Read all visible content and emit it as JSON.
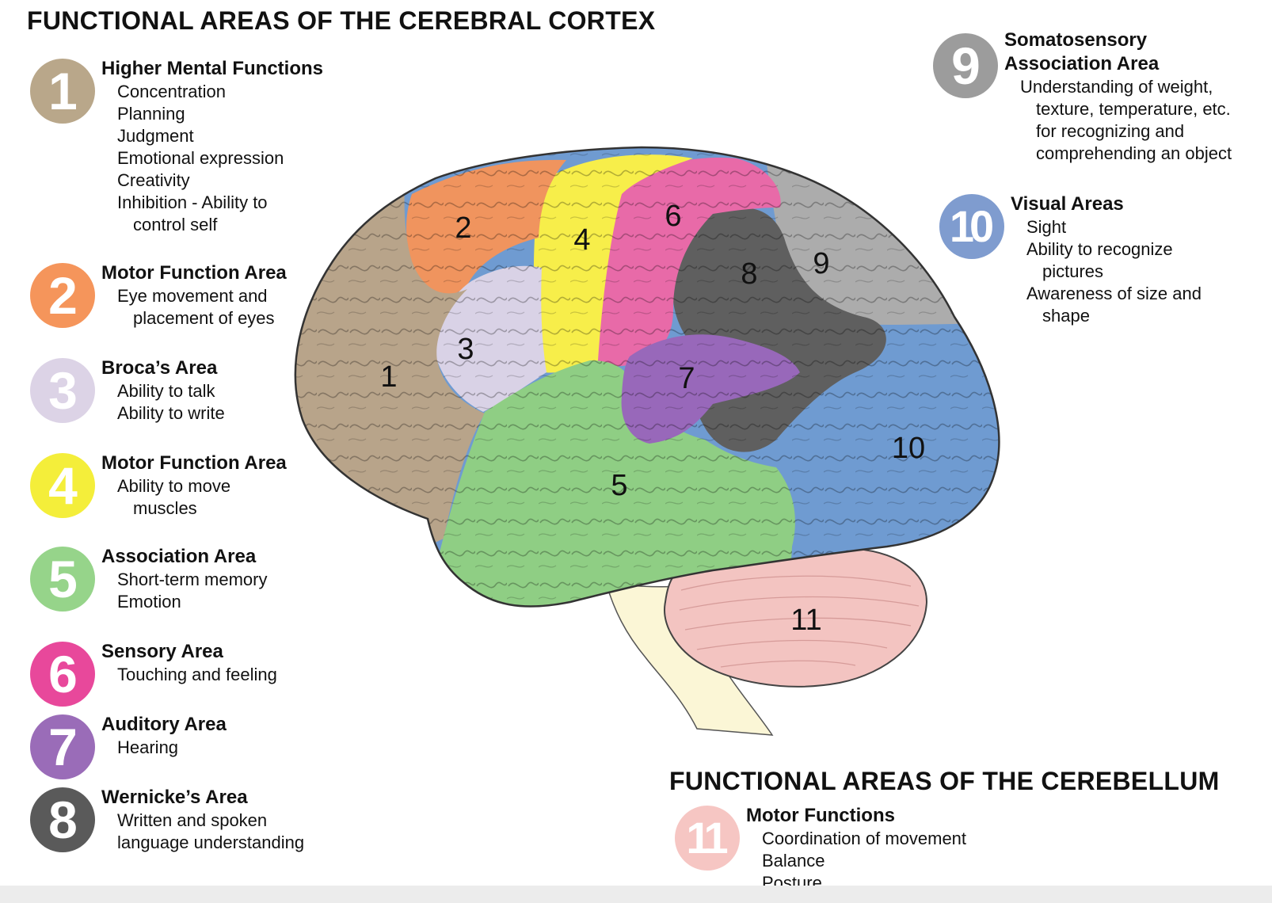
{
  "titles": {
    "cortex": "FUNCTIONAL AREAS OF THE CEREBRAL CORTEX",
    "cerebellum": "FUNCTIONAL AREAS OF THE CEREBELLUM"
  },
  "legend": [
    {
      "number": "1",
      "color": "#b9a78a",
      "heading": [
        "Higher Mental Functions"
      ],
      "lines": [
        {
          "text": "Concentration"
        },
        {
          "text": "Planning"
        },
        {
          "text": "Judgment"
        },
        {
          "text": "Emotional expression"
        },
        {
          "text": "Creativity"
        },
        {
          "text": "Inhibition - Ability to"
        },
        {
          "text": "control self",
          "cont": true
        }
      ]
    },
    {
      "number": "2",
      "color": "#f5955b",
      "heading": [
        "Motor Function Area"
      ],
      "lines": [
        {
          "text": "Eye movement and"
        },
        {
          "text": "placement of eyes",
          "cont": true
        }
      ]
    },
    {
      "number": "3",
      "color": "#dcd3e6",
      "heading": [
        "Broca’s Area"
      ],
      "lines": [
        {
          "text": "Ability to talk"
        },
        {
          "text": "Ability to write"
        }
      ]
    },
    {
      "number": "4",
      "color": "#f4ee3a",
      "heading": [
        "Motor Function Area"
      ],
      "lines": [
        {
          "text": "Ability to move"
        },
        {
          "text": "muscles",
          "cont": true
        }
      ]
    },
    {
      "number": "5",
      "color": "#96d48a",
      "heading": [
        "Association Area"
      ],
      "lines": [
        {
          "text": "Short-term memory"
        },
        {
          "text": "Emotion"
        }
      ]
    },
    {
      "number": "6",
      "color": "#e8489b",
      "heading": [
        "Sensory Area"
      ],
      "lines": [
        {
          "text": "Touching and feeling"
        }
      ]
    },
    {
      "number": "7",
      "color": "#9a6cb8",
      "heading": [
        "Auditory Area"
      ],
      "lines": [
        {
          "text": "Hearing"
        }
      ]
    },
    {
      "number": "8",
      "color": "#5a5a5a",
      "heading": [
        "Wernicke’s Area"
      ],
      "lines": [
        {
          "text": "Written and spoken"
        },
        {
          "text": "language understanding"
        }
      ]
    },
    {
      "number": "9",
      "color": "#9c9c9c",
      "heading": [
        "Somatosensory",
        "Association Area"
      ],
      "lines": [
        {
          "text": "Understanding of weight,"
        },
        {
          "text": "texture, temperature, etc.",
          "cont": true
        },
        {
          "text": "for recognizing and",
          "cont": true
        },
        {
          "text": "comprehending an object",
          "cont": true
        }
      ]
    },
    {
      "number": "10",
      "color": "#7f9ccf",
      "heading": [
        "Visual Areas"
      ],
      "lines": [
        {
          "text": "Sight"
        },
        {
          "text": "Ability to recognize"
        },
        {
          "text": "pictures",
          "cont": true
        },
        {
          "text": "Awareness of size and"
        },
        {
          "text": "shape",
          "cont": true
        }
      ]
    },
    {
      "number": "11",
      "color": "#f6c6c3",
      "heading": [
        "Motor Functions"
      ],
      "lines": [
        {
          "text": "Coordination of movement"
        },
        {
          "text": "Balance"
        },
        {
          "text": "Posture"
        }
      ]
    }
  ],
  "brain": {
    "region_labels": [
      "1",
      "2",
      "3",
      "4",
      "5",
      "6",
      "7",
      "8",
      "9",
      "10",
      "11"
    ],
    "region_colors": {
      "1": "#b8a48a",
      "2": "#f0945e",
      "3": "#d9d2e6",
      "4": "#f7ee4a",
      "5": "#8fce84",
      "6": "#e86aa8",
      "7": "#9868ba",
      "8": "#5f5f5f",
      "9": "#acacac",
      "10": "#6f9bd1",
      "11": "#f3c4c1",
      "brainstem": "#fbf6d6"
    }
  }
}
